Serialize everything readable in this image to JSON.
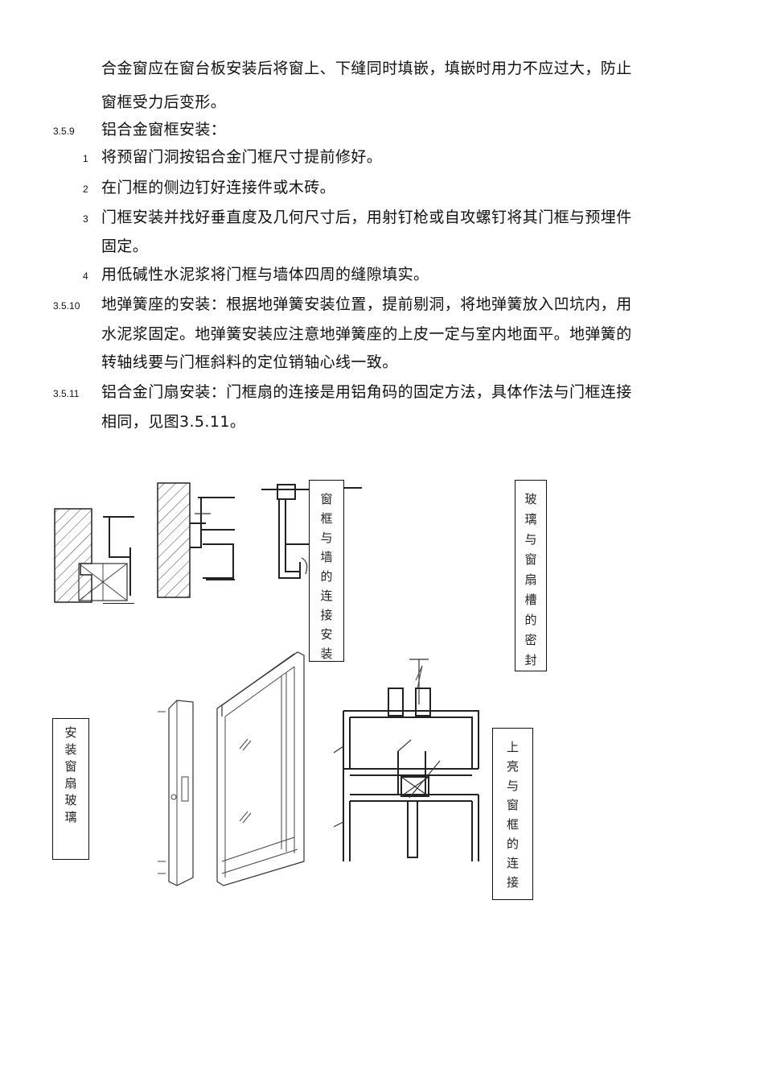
{
  "document": {
    "paragraphs": [
      {
        "number": "",
        "lines": [
          "合金窗应在窗台板安装后将窗上、下缝同时填嵌，填嵌时用力不应过大，防止",
          "窗框受力后变形。"
        ]
      },
      {
        "number": "3.5.9",
        "lines": [
          "铝合金窗框安装："
        ]
      },
      {
        "number": "1",
        "lines": [
          "将预留门洞按铝合金门框尺寸提前修好。"
        ]
      },
      {
        "number": "2",
        "lines": [
          "在门框的侧边钉好连接件或木砖。"
        ]
      },
      {
        "number": "3",
        "lines": [
          "门框安装并找好垂直度及几何尺寸后，用射钉枪或自攻螺钉将其门框与预埋件",
          "固定。"
        ]
      },
      {
        "number": "4",
        "lines": [
          "用低碱性水泥浆将门框与墙体四周的缝隙填实。"
        ]
      },
      {
        "number": "3.5.10",
        "lines": [
          "地弹簧座的安装：根据地弹簧安装位置，提前剔洞，将地弹簧放入凹坑内，用",
          "水泥浆固定。地弹簧安装应注意地弹簧座的上皮一定与室内地面平。地弹簧的",
          "转轴线要与门框斜料的定位销轴心线一致。"
        ]
      },
      {
        "number": "3.5.11",
        "lines": [
          "铝合金门扇安装：门框扇的连接是用铝角码的固定方法，具体作法与门框连接",
          "相同，见图3.5.11。"
        ]
      }
    ]
  },
  "figure": {
    "labels": {
      "frame_wall": [
        "窗",
        "框",
        "与",
        "墙",
        "的",
        "连",
        "接",
        "安",
        "装"
      ],
      "glass_seal": [
        "玻",
        "璃",
        "与",
        "窗",
        "扇",
        "槽",
        "的",
        "密",
        "封"
      ],
      "install_glass": [
        "安",
        "装",
        "窗",
        "扇",
        "玻",
        "璃"
      ],
      "transom_frame": [
        "上",
        "亮",
        "与",
        "窗",
        "框",
        "的",
        "连",
        "接"
      ]
    }
  }
}
